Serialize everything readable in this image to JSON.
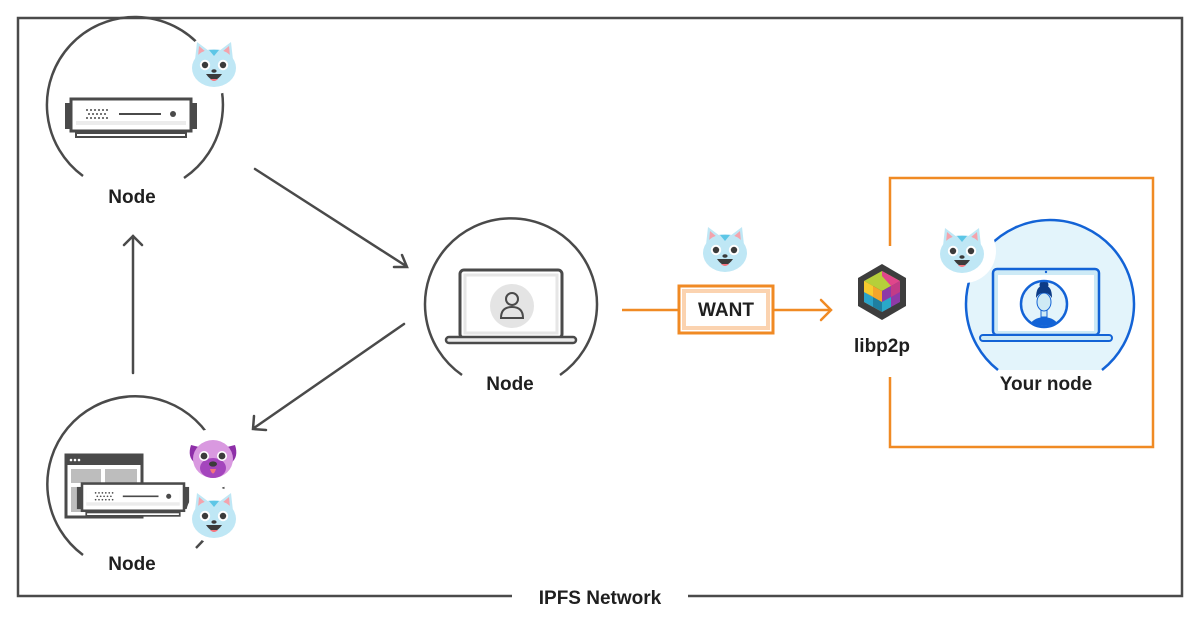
{
  "network": {
    "label": "IPFS Network"
  },
  "colors": {
    "stroke": "#4a4a4a",
    "accent_orange": "#f08a24",
    "accent_orange_light": "#fbd3b0",
    "your_node_blue": "#1363d6",
    "your_node_fill": "#e3f4fb"
  },
  "nodes": [
    {
      "id": "node-top-left",
      "label": "Node",
      "device": "server",
      "holds": [
        "cat"
      ]
    },
    {
      "id": "node-bottom-left",
      "label": "Node",
      "device": "browser-and-server",
      "holds": [
        "pug",
        "cat"
      ]
    },
    {
      "id": "node-center",
      "label": "Node",
      "device": "laptop",
      "holds": []
    },
    {
      "id": "your-node",
      "label": "Your node",
      "device": "laptop-user",
      "holds": [
        "cat"
      ]
    }
  ],
  "request": {
    "label": "WANT",
    "content": "cat"
  },
  "transport": {
    "label": "libp2p"
  },
  "edges": [
    {
      "from": "node-top-left",
      "to": "node-center"
    },
    {
      "from": "node-center",
      "to": "node-bottom-left"
    },
    {
      "from": "node-bottom-left",
      "to": "node-top-left"
    },
    {
      "from": "node-center",
      "to": "your-node",
      "via": "libp2p",
      "message": "WANT"
    }
  ]
}
